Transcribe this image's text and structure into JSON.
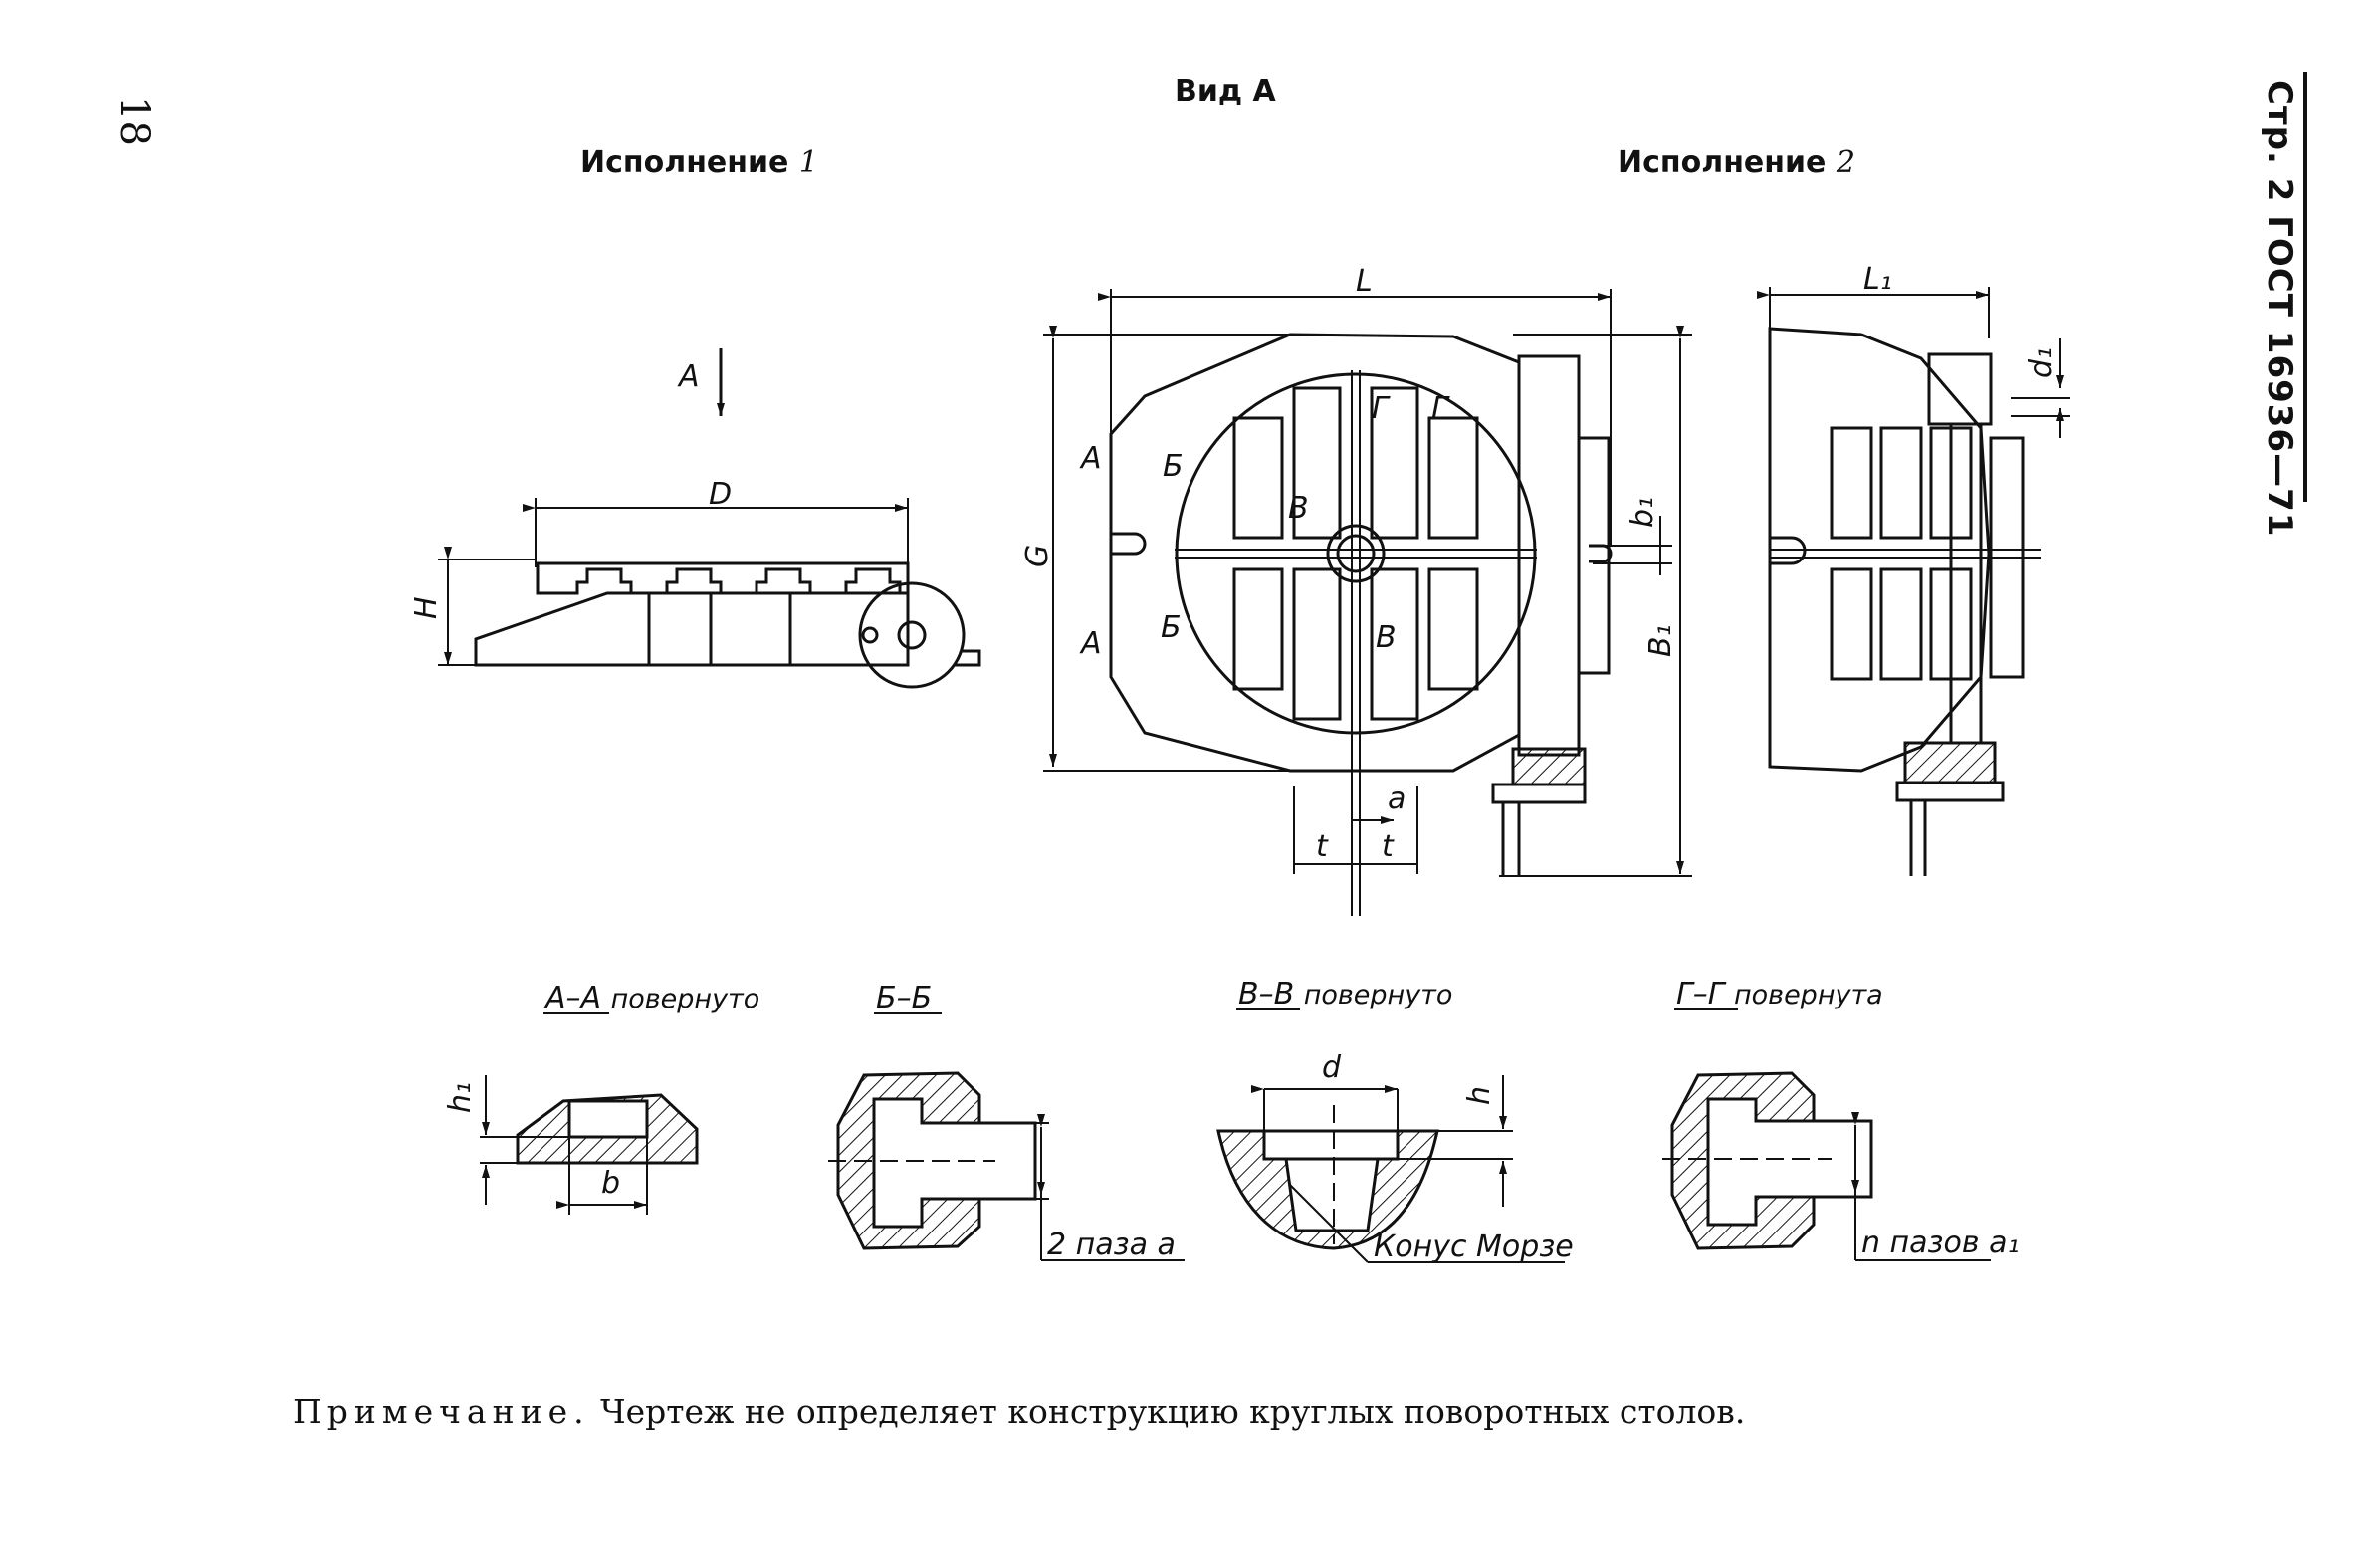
{
  "page": {
    "number": "18",
    "side_header": "Стр. 2 ГОСТ 16936—71"
  },
  "titles": {
    "view": "Вид А",
    "execution_1": {
      "word": "Исполнение",
      "num": "1"
    },
    "execution_2": {
      "word": "Исполнение",
      "num": "2"
    }
  },
  "drawing_labels": {
    "arrow_A": "А",
    "D": "D",
    "H": "H",
    "L": "L",
    "L1": "L₁",
    "G": "G",
    "B1": "B₁",
    "b1": "b₁",
    "d1": "d₁",
    "a": "a",
    "t": "t",
    "A": "А",
    "B": "Б",
    "V": "В",
    "Gamma": "Г"
  },
  "sections": {
    "aa": {
      "title": "А–А",
      "suffix": "повернуто",
      "h1": "h₁",
      "b": "b"
    },
    "bb": {
      "title": "Б–Б",
      "callout": "2 паза a"
    },
    "vv": {
      "title": "В–В",
      "suffix": "повернуто",
      "d": "d",
      "h": "h",
      "callout": "Конус Морзе"
    },
    "gg": {
      "title": "Г–Г",
      "suffix": "повернута",
      "callout": "n пазов a₁"
    }
  },
  "note": {
    "lead": "Примечание.",
    "text": "Чертеж не определяет конструкцию круглых поворотных столов."
  }
}
